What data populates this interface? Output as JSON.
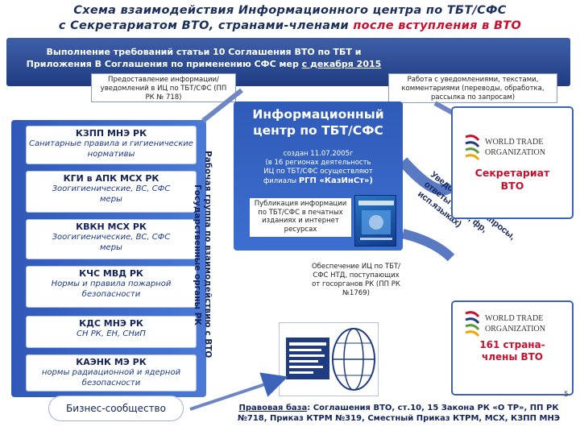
{
  "header": {
    "title_line1": "Схема взаимодействия Информационного центра по ТБТ/СФС",
    "title_line2_pre": "с Секретариатом ВТО, странами-членами ",
    "title_line2_red": "после вступления в ВТО"
  },
  "banner": {
    "line1": "Выполнение требований статьи 10 Соглашения ВТО по ТБТ и",
    "line2_pre": "Приложения В Соглашения по применению СФС мер ",
    "line2_underlined": "с декабря 2015"
  },
  "notes": {
    "left": "Предоставление информации/уведомлений в ИЦ по ТБТ/СФС (ПП РК № 718)",
    "right": "Работа с уведомлениями, текстами, комментариями (переводы, обработка, рассылка по запросам)"
  },
  "agencies": [
    {
      "name": "КЗПП МНЭ РК",
      "desc": "Санитарные правила и гигиенические нормативы"
    },
    {
      "name": "КГИ в АПК МСХ РК",
      "desc": "Зоогигиенические, ВС, СФС меры"
    },
    {
      "name": "КВКН МСХ РК",
      "desc": "Зоогигиенические, ВС, СФС меры"
    },
    {
      "name": "КЧС МВД РК",
      "desc": "Нормы и правила пожарной безопасности"
    },
    {
      "name": "КДС МНЭ РК",
      "desc": "СН РК, ЕН, СНиП"
    },
    {
      "name": "КАЭНК МЭ РК",
      "desc": "нормы радиационной и ядерной безопасности"
    }
  ],
  "vertical_label": {
    "line1": "Государственные органы РК",
    "line2": "Рабочая группа по взаимодействию с ВТО"
  },
  "business": "Бизнес-сообщество",
  "center": {
    "title_line1": "Информационный",
    "title_line2": "центр по ТБТ/СФС",
    "sub_line1": "создан 11.07.2005г",
    "sub_line2": "(в 16 регионах деятельность",
    "sub_line3": "ИЦ по ТБТ/СФС осуществляют",
    "sub_line4_pre": "филиалы ",
    "sub_line4_strong": "РГП «КазИнСт»)"
  },
  "publication": "Публикация информации по ТБТ/СФС в печатных изданиях и интернет ресурсах",
  "support": "Обеспечение ИЦ по ТБТ/СФС НТД, поступающих от госорганов РК (ПП РК №1769)",
  "wto": {
    "logo_line1": "WORLD TRADE",
    "logo_line2": "ORGANIZATION",
    "secretariat_line1": "Секретариат",
    "secretariat_line2": "ВТО",
    "members_line1": "161 страна-",
    "members_line2": "члены ВТО"
  },
  "arrow_text": {
    "line1": "Уведомления, запросы,",
    "line2": "ответы (англ, фр,",
    "line3": "исп.языках)"
  },
  "legal": {
    "label": "Правовая база",
    "text1": ": Соглашения ВТО, ст.10, 15 Закона РК «О ТР», ПП РК",
    "text2": "№718, Приказ КТРМ №319, Сместный Приказ КТРМ, МСХ, КЗПП МНЭ"
  },
  "page_number": "5",
  "colors": {
    "title": "#1c2f5c",
    "accent_red": "#c8102e",
    "panel_blue": "#2f58b8",
    "wto_border": "#3c63b8"
  }
}
